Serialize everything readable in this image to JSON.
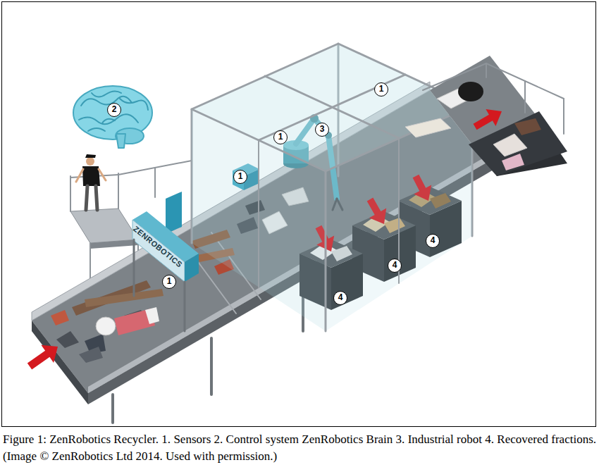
{
  "diagram": {
    "caption": "Figure 1: ZenRobotics Recycler. 1. Sensors 2. Control system ZenRobotics Brain 3. Industrial robot 4. Recovered fractions. (Image © ZenRobotics Ltd 2014. Used with permission.)",
    "labels": [
      "1",
      "1",
      "1",
      "1",
      "2",
      "3",
      "4",
      "4",
      "4",
      "ZENROBOTICS"
    ]
  }
}
